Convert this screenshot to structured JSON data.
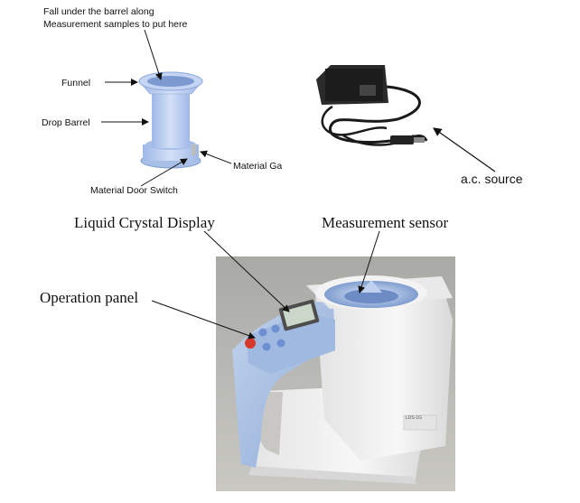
{
  "top_left": {
    "caption_line1": "Fall under the barrel along",
    "caption_line2": "Measurement samples to put here",
    "labels": {
      "funnel": "Funnel",
      "drop_barrel": "Drop Barrel",
      "material_gate": "Material Ga",
      "material_door_switch": "Material Door Switch"
    }
  },
  "top_right": {
    "ac_source": "a.c.    source"
  },
  "bottom": {
    "lcd_label": "Liquid Crystal Display",
    "sensor_label": "Measurement sensor",
    "panel_label": "Operation panel",
    "device_model": "LDS-1G"
  },
  "colors": {
    "device_blue": "#a9c2e6",
    "device_body": "#f1f1f1",
    "lcd_screen": "#cbd7c8",
    "power_button": "#d63a2c",
    "funnel_blue": "#b9cdf0"
  }
}
